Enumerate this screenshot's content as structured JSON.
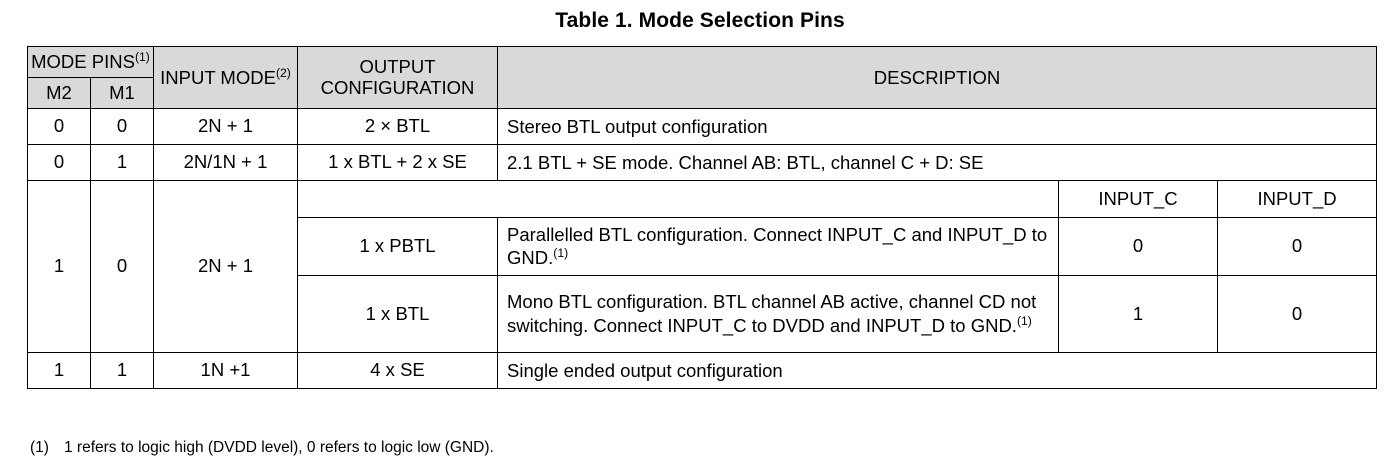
{
  "title": "Table 1. Mode Selection Pins",
  "table": {
    "headers": {
      "mode_pins": "MODE PINS",
      "mode_pins_footnote": "(1)",
      "m2": "M2",
      "m1": "M1",
      "input_mode": "INPUT MODE",
      "input_mode_footnote": "(2)",
      "output_configuration": "OUTPUT CONFIGURATION",
      "description": "DESCRIPTION",
      "input_c": "INPUT_C",
      "input_d": "INPUT_D"
    },
    "rows": [
      {
        "m2": "0",
        "m1": "0",
        "input_mode": "2N + 1",
        "output_configuration": "2 × BTL",
        "description": "Stereo BTL output configuration"
      },
      {
        "m2": "0",
        "m1": "1",
        "input_mode": "2N/1N + 1",
        "output_configuration": "1 x BTL + 2 x SE",
        "description": "2.1 BTL + SE mode. Channel AB: BTL, channel C + D: SE"
      },
      {
        "m2": "1",
        "m1": "0",
        "input_mode": "2N + 1",
        "subrows": [
          {
            "output_configuration": "1 x PBTL",
            "description": "Parallelled BTL configuration. Connect INPUT_C and INPUT_D to GND.",
            "description_footnote": "(1)",
            "input_c": "0",
            "input_d": "0"
          },
          {
            "output_configuration": "1 x BTL",
            "description": "Mono BTL configuration. BTL channel AB active, channel CD not switching. Connect INPUT_C to DVDD and INPUT_D to GND.",
            "description_footnote": "(1)",
            "input_c": "1",
            "input_d": "0"
          }
        ]
      },
      {
        "m2": "1",
        "m1": "1",
        "input_mode": "1N +1",
        "output_configuration": "4 x SE",
        "description": "Single ended output configuration"
      }
    ]
  },
  "footnote": {
    "mark": "(1)",
    "text": "1 refers to logic high (DVDD level), 0 refers to logic low (GND)."
  },
  "colors": {
    "header_fill": "#d9d9d9",
    "border": "#000000",
    "text": "#000000",
    "background": "#ffffff"
  }
}
